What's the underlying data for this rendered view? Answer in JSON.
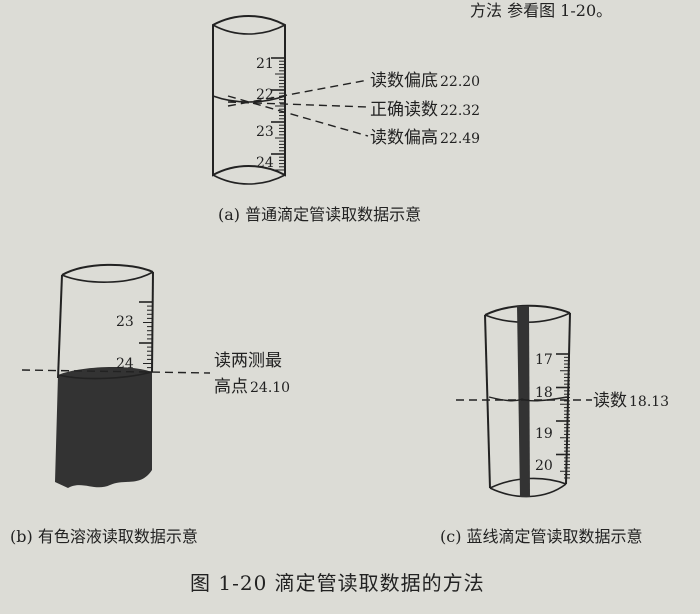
{
  "top_fragment": "方法 参看图 1-20。",
  "panel_a": {
    "caption": "(a) 普通滴定管读取数据示意",
    "scale_labels": [
      "21",
      "22",
      "23",
      "24"
    ],
    "readings": [
      {
        "label": "读数偏底",
        "value": "22.20"
      },
      {
        "label": "正确读数",
        "value": "22.32"
      },
      {
        "label": "读数偏高",
        "value": "22.49"
      }
    ]
  },
  "panel_b": {
    "caption": "(b) 有色溶液读取数据示意",
    "scale_labels": [
      "23",
      "24"
    ],
    "reading_line1": "读两测最",
    "reading_line2_label": "高点",
    "reading_value": "24.10"
  },
  "panel_c": {
    "caption": "(c) 蓝线滴定管读取数据示意",
    "scale_labels": [
      "17",
      "18",
      "19",
      "20"
    ],
    "reading_label": "读数",
    "reading_value": "18.13"
  },
  "figure_title": "图 1-20   滴定管读取数据的方法",
  "colors": {
    "paper": "#dcdcd6",
    "ink": "#222222",
    "dark_liquid": "#333333"
  }
}
